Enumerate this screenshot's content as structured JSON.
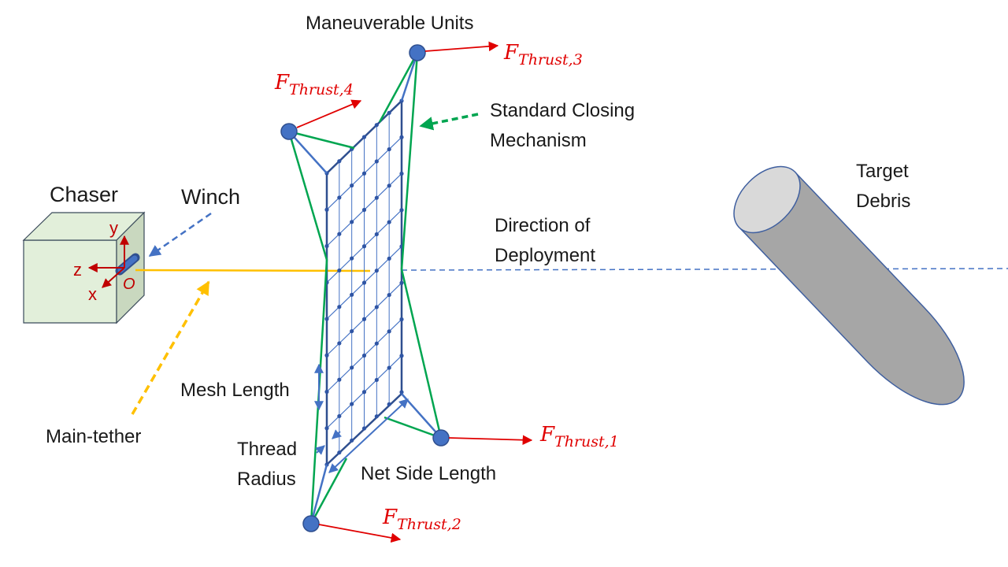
{
  "labels": {
    "chaser": "Chaser",
    "winch": "Winch",
    "maneuverable_units": "Maneuverable Units",
    "standard_closing_line1": "Standard Closing",
    "standard_closing_line2": "Mechanism",
    "target_line1": "Target",
    "target_line2": "Debris",
    "direction_line1": "Direction of",
    "direction_line2": "Deployment",
    "mesh_length": "Mesh Length",
    "thread_line1": "Thread",
    "thread_line2": "Radius",
    "net_side_length": "Net Side Length",
    "main_tether": "Main-tether"
  },
  "axes": {
    "y": "y",
    "z": "z",
    "x": "x",
    "origin": "O"
  },
  "forces": [
    {
      "symbol": "F",
      "sub": "Thrust,1"
    },
    {
      "symbol": "F",
      "sub": "Thrust,2"
    },
    {
      "symbol": "F",
      "sub": "Thrust,3"
    },
    {
      "symbol": "F",
      "sub": "Thrust,4"
    }
  ],
  "colors": {
    "net": "#4472c4",
    "net_dark": "#2f4f8f",
    "closing_lines": "#00a550",
    "thrust": "#e00000",
    "tether": "#ffc000",
    "chaser_fill": "#e2efda",
    "debris_fill": "#a6a6a6",
    "axes": "#c00000"
  }
}
